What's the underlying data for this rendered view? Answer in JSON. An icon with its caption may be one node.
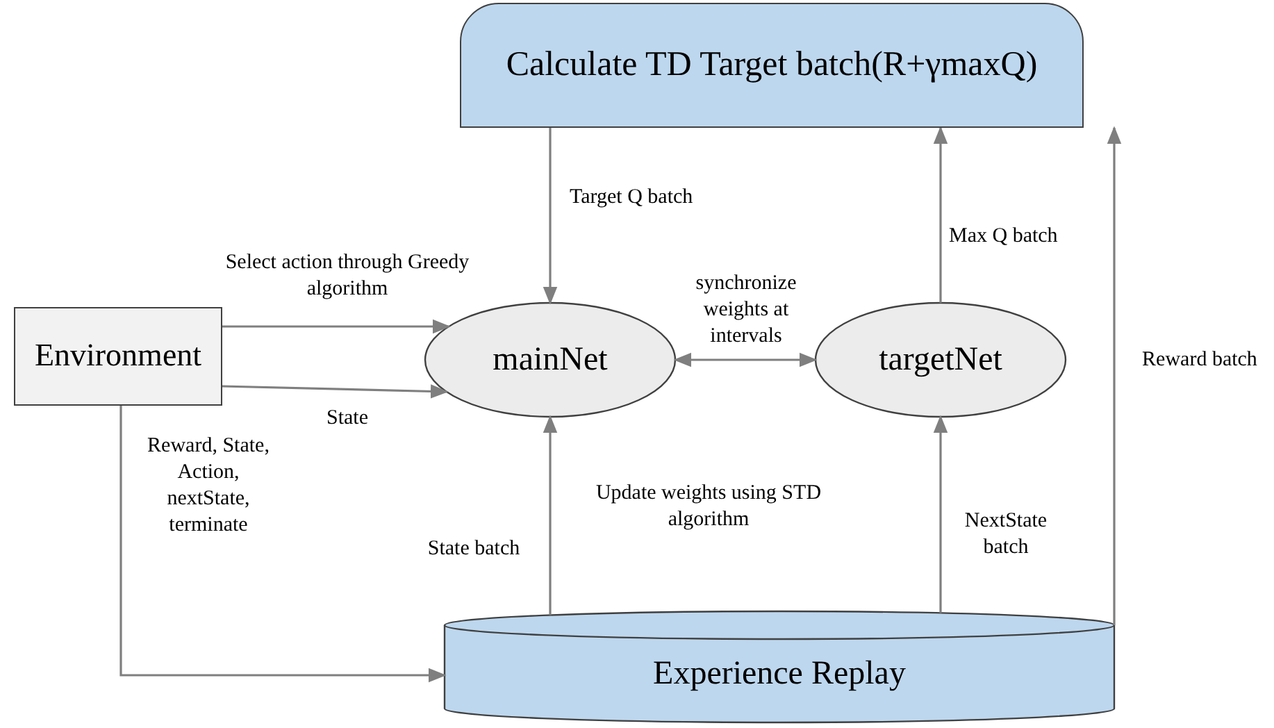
{
  "diagram": {
    "nodes": [
      {
        "text": [
          "Calculate TD Target batch(R+γmaxQ)"
        ]
      },
      {
        "text": [
          "Environment"
        ]
      },
      {
        "text": [
          "mainNet"
        ]
      },
      {
        "text": [
          "targetNet"
        ]
      },
      {
        "text": [
          "Experience Replay"
        ]
      }
    ],
    "edges": [
      {
        "from": 1,
        "to": 2,
        "arrow": "to",
        "label": "Select action through Greedy algorithm"
      },
      {
        "from": 1,
        "to": 2,
        "arrow": "to",
        "label": "State"
      },
      {
        "from": 0,
        "to": 2,
        "arrow": "to",
        "label": "Target Q batch"
      },
      {
        "from": 2,
        "to": 3,
        "arrow": "both",
        "label": "synchronize weights at intervals"
      },
      {
        "from": 3,
        "to": 0,
        "arrow": "to",
        "label": "Max Q batch"
      },
      {
        "from": 4,
        "to": 0,
        "arrow": "to",
        "label": "Reward batch"
      },
      {
        "from": 4,
        "to": 2,
        "arrow": "to",
        "label": "State batch"
      },
      {
        "from": 4,
        "to": 3,
        "arrow": "to",
        "label": "NextState batch"
      },
      {
        "from": 1,
        "to": 4,
        "arrow": "to",
        "label": "Reward, State, Action, nextState, terminate"
      }
    ],
    "labels": [
      "Update weights using STD algorithm"
    ]
  }
}
